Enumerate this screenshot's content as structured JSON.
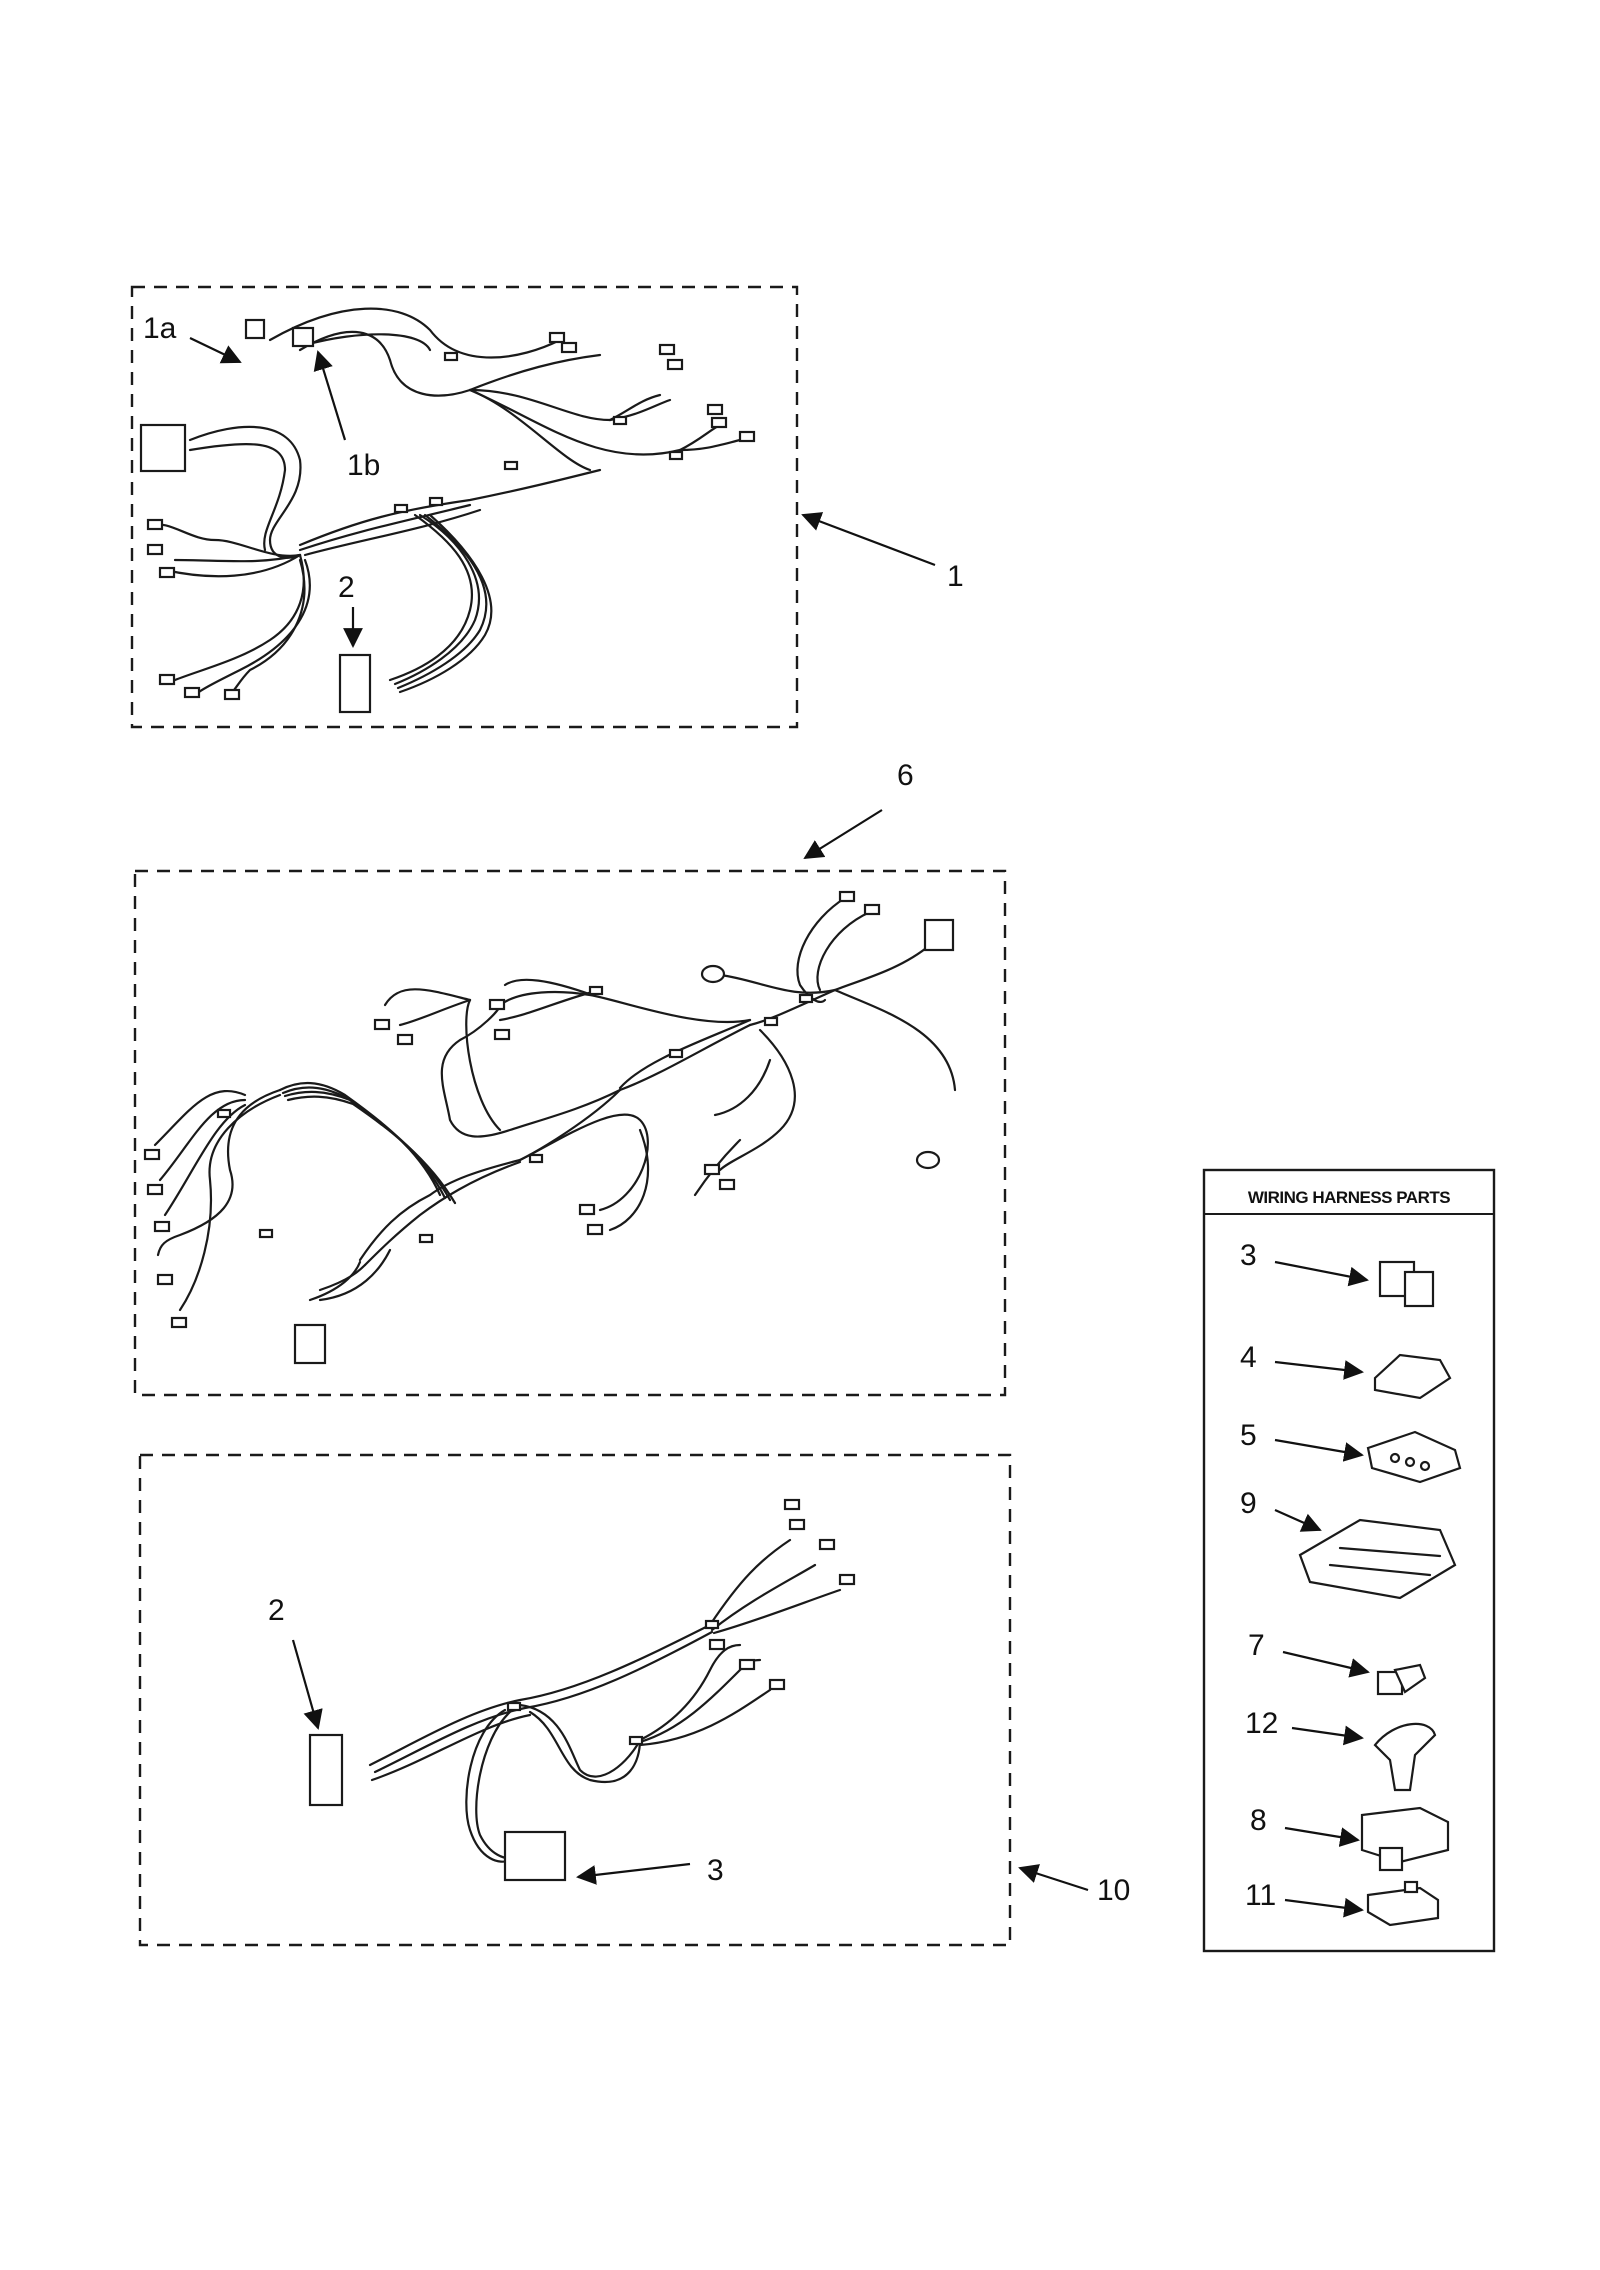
{
  "colors": {
    "ink": "#1a1a1a",
    "paper": "#ffffff"
  },
  "callouts": {
    "c1a": "1a",
    "c1b": "1b",
    "c1": "1",
    "c2_top": "2",
    "c6": "6",
    "c2_bottom": "2",
    "c3_bottom": "3",
    "c10": "10"
  },
  "legend": {
    "title": "WIRING HARNESS PARTS",
    "items": [
      {
        "label": "3"
      },
      {
        "label": "4"
      },
      {
        "label": "5"
      },
      {
        "label": "9"
      },
      {
        "label": "7"
      },
      {
        "label": "12"
      },
      {
        "label": "8"
      },
      {
        "label": "11"
      }
    ]
  }
}
